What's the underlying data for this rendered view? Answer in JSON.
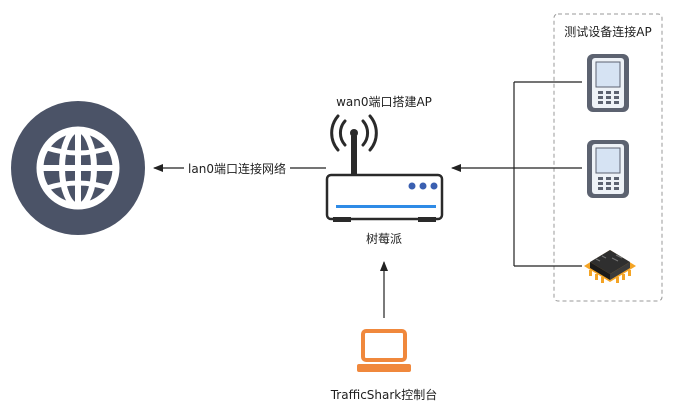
{
  "labels": {
    "group_title": "测试设备连接AP",
    "router_top": "wan0端口搭建AP",
    "router_bottom": "树莓派",
    "internet_link": "lan0端口连接网络",
    "console": "TrafficShark控制台"
  },
  "nodes": {
    "internet": {
      "icon": "globe-icon"
    },
    "router": {
      "icon": "wifi-router-icon"
    },
    "console": {
      "icon": "laptop-icon"
    },
    "phone1": {
      "icon": "phone-icon"
    },
    "phone2": {
      "icon": "phone-icon"
    },
    "chip": {
      "icon": "chip-icon"
    }
  },
  "colors": {
    "globe": "#4b5367",
    "console": "#f0883c",
    "phone_body": "#5c6270",
    "phone_screen": "#d6e3f3",
    "chip_body": "#2f2f2f",
    "chip_pins": "#f4a425",
    "router_bar": "#2f8be6",
    "edge": "#222222",
    "group_border": "#9a9a9a"
  }
}
